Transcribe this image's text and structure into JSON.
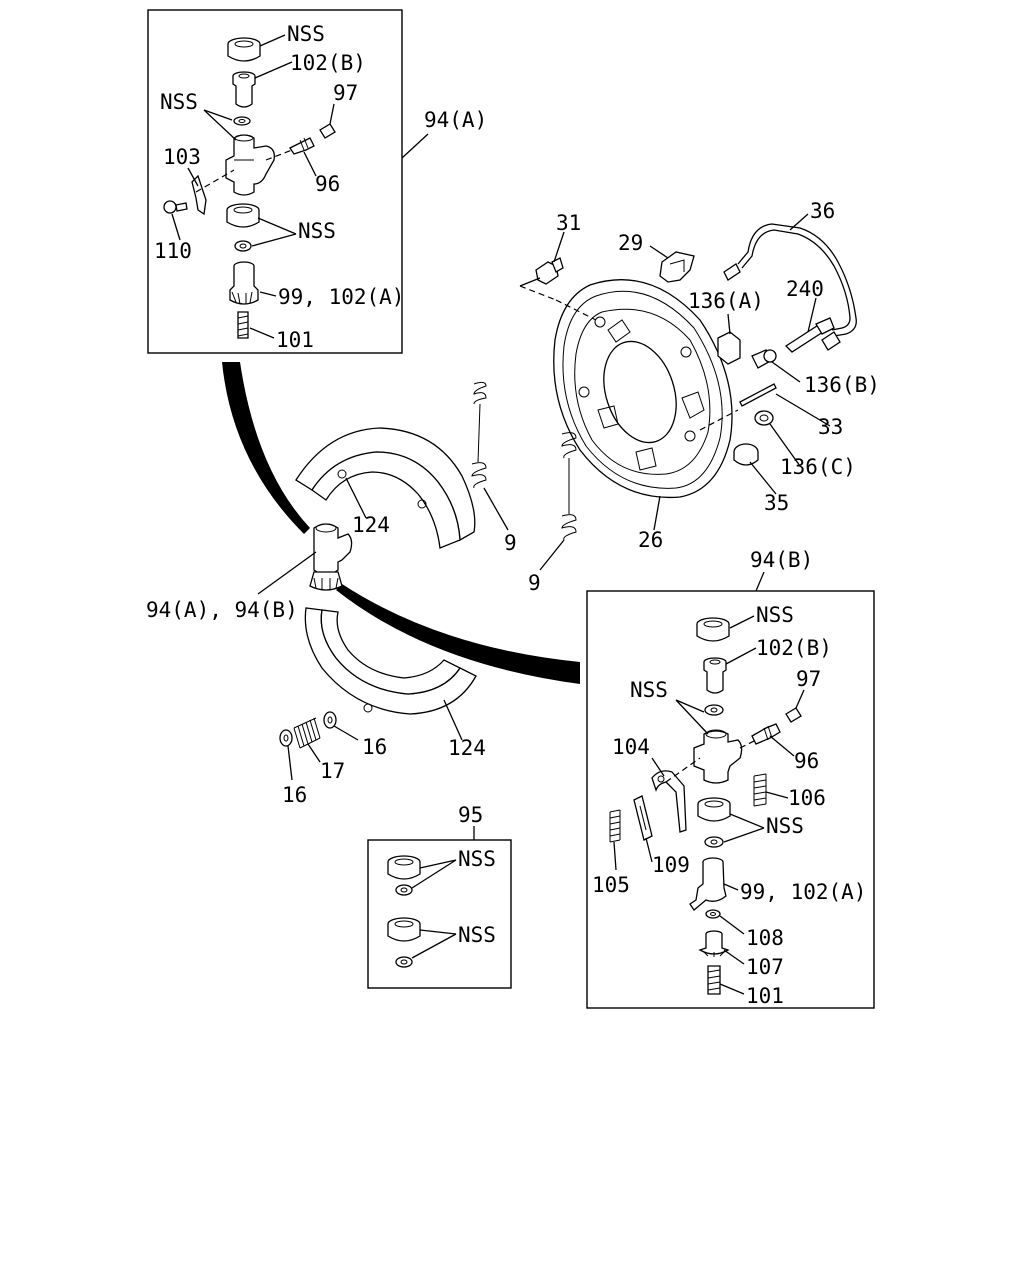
{
  "labels": {
    "a_nss_top": "NSS",
    "a_102b": "102(B)",
    "a_97": "97",
    "a_nss_mid": "NSS",
    "a_103": "103",
    "a_96": "96",
    "a_nss_low": "NSS",
    "a_110": "110",
    "a_99_102a": "99, 102(A)",
    "a_101": "101",
    "assy_94a": "94(A)",
    "p31": "31",
    "p29": "29",
    "p36": "36",
    "p240": "240",
    "p136a": "136(A)",
    "p136b": "136(B)",
    "p33": "33",
    "p136c": "136(C)",
    "p35": "35",
    "p26": "26",
    "p124_top": "124",
    "p9_a": "9",
    "p9_b": "9",
    "p94ab": "94(A), 94(B)",
    "p124_low": "124",
    "p16_a": "16",
    "p17": "17",
    "p16_b": "16",
    "p95": "95",
    "k95_nss1": "NSS",
    "k95_nss2": "NSS",
    "assy_94b": "94(B)",
    "b_nss_top": "NSS",
    "b_102b": "102(B)",
    "b_nss_mid": "NSS",
    "b_97": "97",
    "b_104": "104",
    "b_96": "96",
    "b_106": "106",
    "b_nss_low": "NSS",
    "b_105": "105",
    "b_109": "109",
    "b_99_102a": "99, 102(A)",
    "b_108": "108",
    "b_107": "107",
    "b_101": "101"
  }
}
